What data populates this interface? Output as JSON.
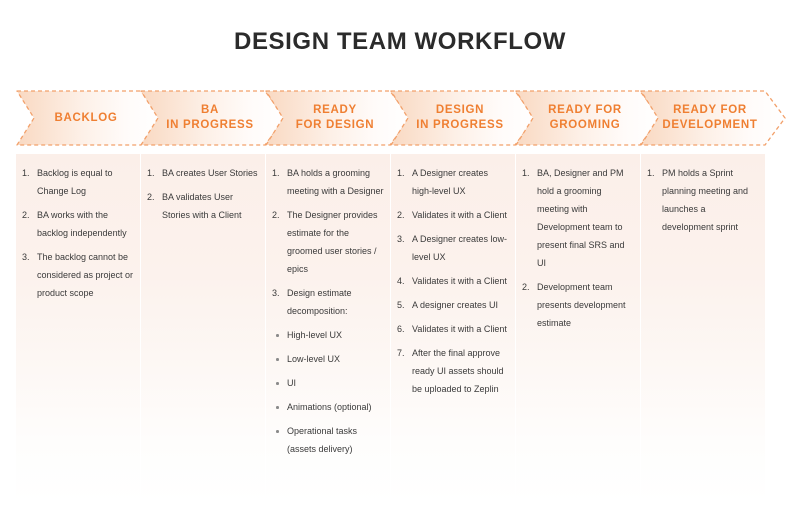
{
  "page": {
    "title": "DESIGN TEAM WORKFLOW",
    "accent_color": "#ef7f32",
    "body_text_color": "#3a3a3a",
    "column_bg_top_color": "#fbefe9",
    "chevron_border_color": "#f2a06a"
  },
  "columns": [
    {
      "header_lines": [
        "BACKLOG"
      ],
      "name": "backlog",
      "items": [
        {
          "type": "number",
          "text": "Backlog is equal to Change Log"
        },
        {
          "type": "number",
          "text": "BA works with the backlog independently"
        },
        {
          "type": "number",
          "text": "The backlog cannot be considered as project or product scope"
        }
      ]
    },
    {
      "header_lines": [
        "BA",
        "IN PROGRESS"
      ],
      "name": "ba-in-progress",
      "items": [
        {
          "type": "number",
          "text": "BA creates User Stories"
        },
        {
          "type": "number",
          "text": "BA validates User Stories with a Client"
        }
      ]
    },
    {
      "header_lines": [
        "READY",
        "FOR DESIGN"
      ],
      "name": "ready-for-design",
      "items": [
        {
          "type": "number",
          "text": "BA holds a grooming meeting with a Designer"
        },
        {
          "type": "number",
          "text": "The Designer provides estimate for the groomed user stories / epics"
        },
        {
          "type": "number",
          "text": "Design estimate decomposition:"
        },
        {
          "type": "bullet",
          "text": "High-level UX"
        },
        {
          "type": "bullet",
          "text": "Low-level UX"
        },
        {
          "type": "bullet",
          "text": "UI"
        },
        {
          "type": "bullet",
          "text": "Animations (optional)"
        },
        {
          "type": "bullet",
          "text": "Operational tasks (assets delivery)"
        }
      ]
    },
    {
      "header_lines": [
        "DESIGN",
        "IN PROGRESS"
      ],
      "name": "design-in-progress",
      "items": [
        {
          "type": "number",
          "text": "A Designer creates high-level UX"
        },
        {
          "type": "number",
          "text": "Validates it with a Client"
        },
        {
          "type": "number",
          "text": "A Designer creates low-level UX"
        },
        {
          "type": "number",
          "text": "Validates it with a Client"
        },
        {
          "type": "number",
          "text": "A designer creates UI"
        },
        {
          "type": "number",
          "text": "Validates it with a Client"
        },
        {
          "type": "number",
          "text": "After the final approve ready UI assets should be uploaded to Zeplin"
        }
      ]
    },
    {
      "header_lines": [
        "READY FOR",
        "GROOMING"
      ],
      "name": "ready-for-grooming",
      "items": [
        {
          "type": "number",
          "text": "BA, Designer and PM hold a grooming meeting with Development team to present final SRS and UI"
        },
        {
          "type": "number",
          "text": "Development team presents development estimate"
        }
      ]
    },
    {
      "header_lines": [
        "READY FOR",
        "DEVELOPMENT"
      ],
      "name": "ready-for-development",
      "items": [
        {
          "type": "number",
          "text": "PM holds a Sprint planning meeting and launches a development sprint"
        }
      ]
    }
  ]
}
